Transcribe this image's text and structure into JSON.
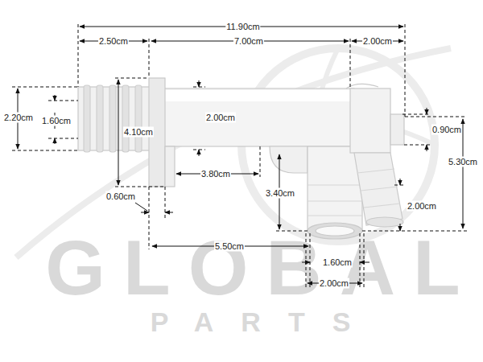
{
  "diagram": {
    "labels": [
      "11.90cm",
      "2.50cm",
      "7.00cm",
      "2.00cm",
      "2.20cm",
      "1.60cm",
      "4.10cm",
      "2.00cm",
      "0.90cm",
      "5.30cm",
      "3.80cm",
      "3.40cm",
      "0.60cm",
      "2.00cm",
      "5.50cm",
      "1.60cm",
      "2.00cm",
      "GLOBAL",
      "PARTS"
    ]
  }
}
